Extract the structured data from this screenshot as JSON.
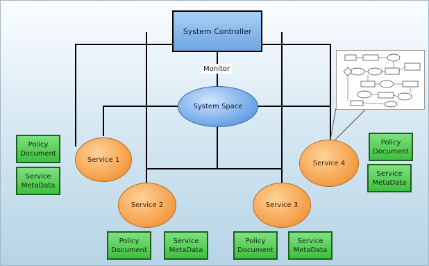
{
  "diagram": {
    "controller": "System Controller",
    "monitor": "Monitor",
    "space": "System Space",
    "services": [
      "Service 1",
      "Service 2",
      "Service 3",
      "Service 4"
    ],
    "docs": {
      "policy": "Policy\nDocument",
      "meta": "Service\nMetaData"
    }
  }
}
